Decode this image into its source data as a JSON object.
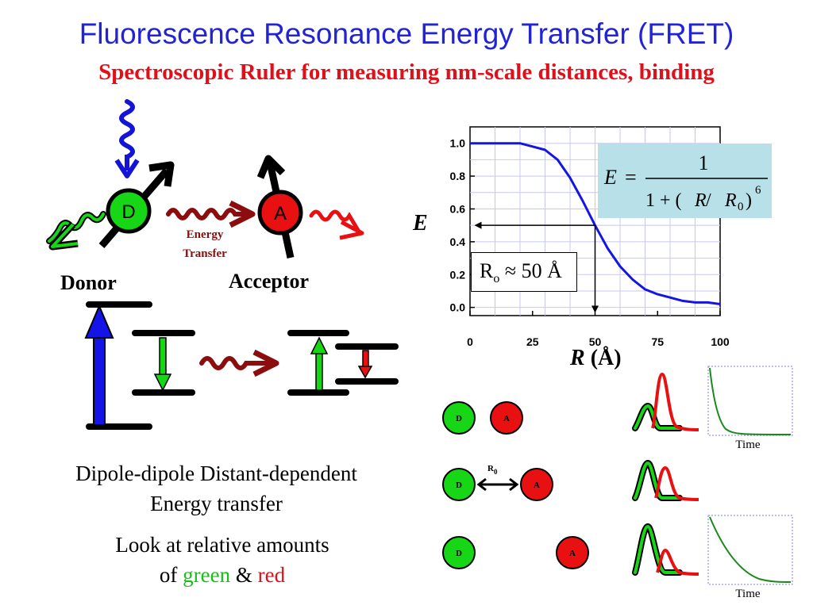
{
  "header": {
    "title": "Fluorescence Resonance Energy Transfer (FRET)",
    "subtitle": "Spectroscopic Ruler for measuring nm-scale distances, binding"
  },
  "scheme": {
    "donor_letter": "D",
    "acceptor_letter": "A",
    "energy_transfer_line1": "Energy",
    "energy_transfer_line2": "Transfer",
    "donor_label": "Donor",
    "acceptor_label": "Acceptor"
  },
  "text": {
    "dipole_line1": "Dipole-dipole Distant-dependent",
    "dipole_line2": "Energy transfer",
    "look_line1": "Look at relative amounts",
    "look_of": "of ",
    "look_green": "green",
    "look_amp": " & ",
    "look_red": "red"
  },
  "chart_data": {
    "type": "line",
    "x_label_var": "R",
    "x_label_unit": "(Å)",
    "y_label": "E",
    "xlim": [
      0,
      100
    ],
    "ylim": [
      -0.05,
      1.1
    ],
    "x_ticks": [
      0,
      25,
      50,
      75,
      100
    ],
    "y_ticks": [
      0.0,
      0.2,
      0.4,
      0.6,
      0.8,
      1.0
    ],
    "y_tick_labels": [
      "0.0",
      "0.2",
      "0.4",
      "0.6",
      "0.8",
      "1.0"
    ],
    "grid": true,
    "R0": 50,
    "series": [
      {
        "x": [
          0,
          10,
          20,
          25,
          30,
          35,
          40,
          45,
          50,
          55,
          60,
          65,
          70,
          75,
          80,
          85,
          90,
          95,
          100
        ],
        "y": [
          1.0,
          1.0,
          1.0,
          0.98,
          0.96,
          0.9,
          0.79,
          0.65,
          0.5,
          0.36,
          0.25,
          0.17,
          0.11,
          0.08,
          0.06,
          0.04,
          0.03,
          0.03,
          0.02
        ]
      }
    ],
    "marker_point": {
      "x": 50,
      "y": 0.5
    },
    "formula": {
      "lhs": "E",
      "eq": "=",
      "numerator": "1",
      "denominator_prefix": "1 + (",
      "R": "R",
      "slash": " / ",
      "R0_base": "R",
      "R0_sub": "0",
      "close": ")",
      "exp": "6"
    },
    "ro_label": {
      "base": "R",
      "sub": "o",
      "rest": " ≈ 50 Å"
    }
  },
  "panels": {
    "time_label": "Time",
    "rows": [
      {
        "donor": "D",
        "acceptor": "A"
      },
      {
        "donor": "D",
        "acceptor": "A",
        "distance_label_base": "R",
        "distance_label_sub": "0"
      },
      {
        "donor": "D",
        "acceptor": "A"
      }
    ]
  },
  "colors": {
    "title": "#2323d6",
    "subtitle": "#e0101a",
    "donor_green": "#16d616",
    "acceptor_red": "#e81010",
    "curve_blue": "#1414e6",
    "decay_green": "#1a8a1a",
    "wave_dark_red": "#8b0d0d"
  }
}
